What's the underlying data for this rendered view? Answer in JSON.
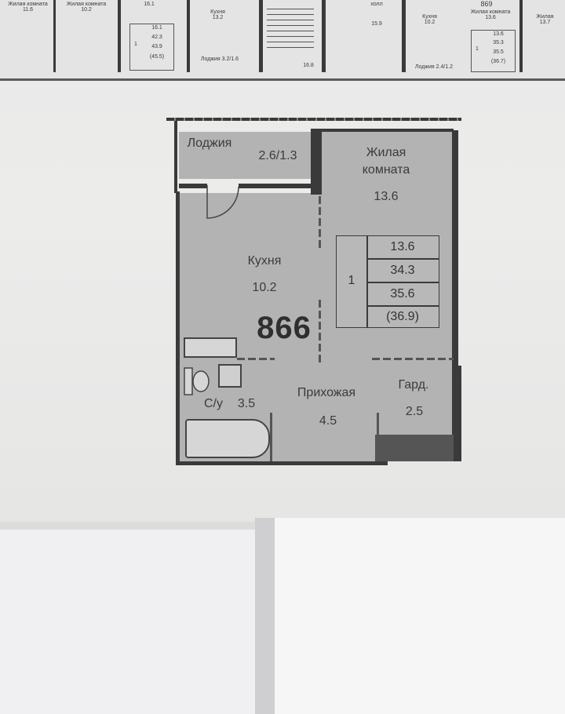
{
  "top_plan": {
    "apartment_number_partial": "869",
    "labels": [
      {
        "text": "Жилая комната",
        "area": "11.6"
      },
      {
        "text": "Жилая комната",
        "area": "10.2"
      },
      {
        "text": "16.1"
      },
      {
        "text": "Кухня",
        "area": "13.2"
      },
      {
        "text": "Лоджия",
        "area": "3.2/1.6"
      },
      {
        "text": "16.8"
      },
      {
        "text": "холл",
        "area": "15.9"
      },
      {
        "text": "Кухня",
        "area": "10.2"
      },
      {
        "text": "Лоджия",
        "area": "2.4/1.2"
      },
      {
        "text": "Жилая комната",
        "area": "13.6"
      },
      {
        "text": "Жилая",
        "area": "13.7"
      }
    ],
    "table_left": [
      "1",
      "16.1",
      "42.3",
      "43.9",
      "(45.5)"
    ],
    "table_right": [
      "1",
      "13.6",
      "35.3",
      "35.5",
      "(36.7)"
    ]
  },
  "plan": {
    "apartment_number": "866",
    "rooms": {
      "loggia": {
        "name": "Лоджия",
        "area": "2.6/1.3"
      },
      "living": {
        "name_line1": "Жилая",
        "name_line2": "комната",
        "area": "13.6"
      },
      "kitchen": {
        "name": "Кухня",
        "area": "10.2"
      },
      "bathroom": {
        "name": "С/у",
        "area": "3.5"
      },
      "hallway": {
        "name": "Прихожая",
        "area": "4.5"
      },
      "wardrobe": {
        "name": "Гард.",
        "area": "2.5"
      }
    },
    "area_table": {
      "rooms_count": "1",
      "living_area": "13.6",
      "total_area": "34.3",
      "total_with_loggia": "35.6",
      "full_area": "(36.9)"
    }
  },
  "colors": {
    "wall": "#3a3a3a",
    "room_fill": "#b3b3b3",
    "paper": "#ececeb",
    "background": "#dcdcdc"
  }
}
